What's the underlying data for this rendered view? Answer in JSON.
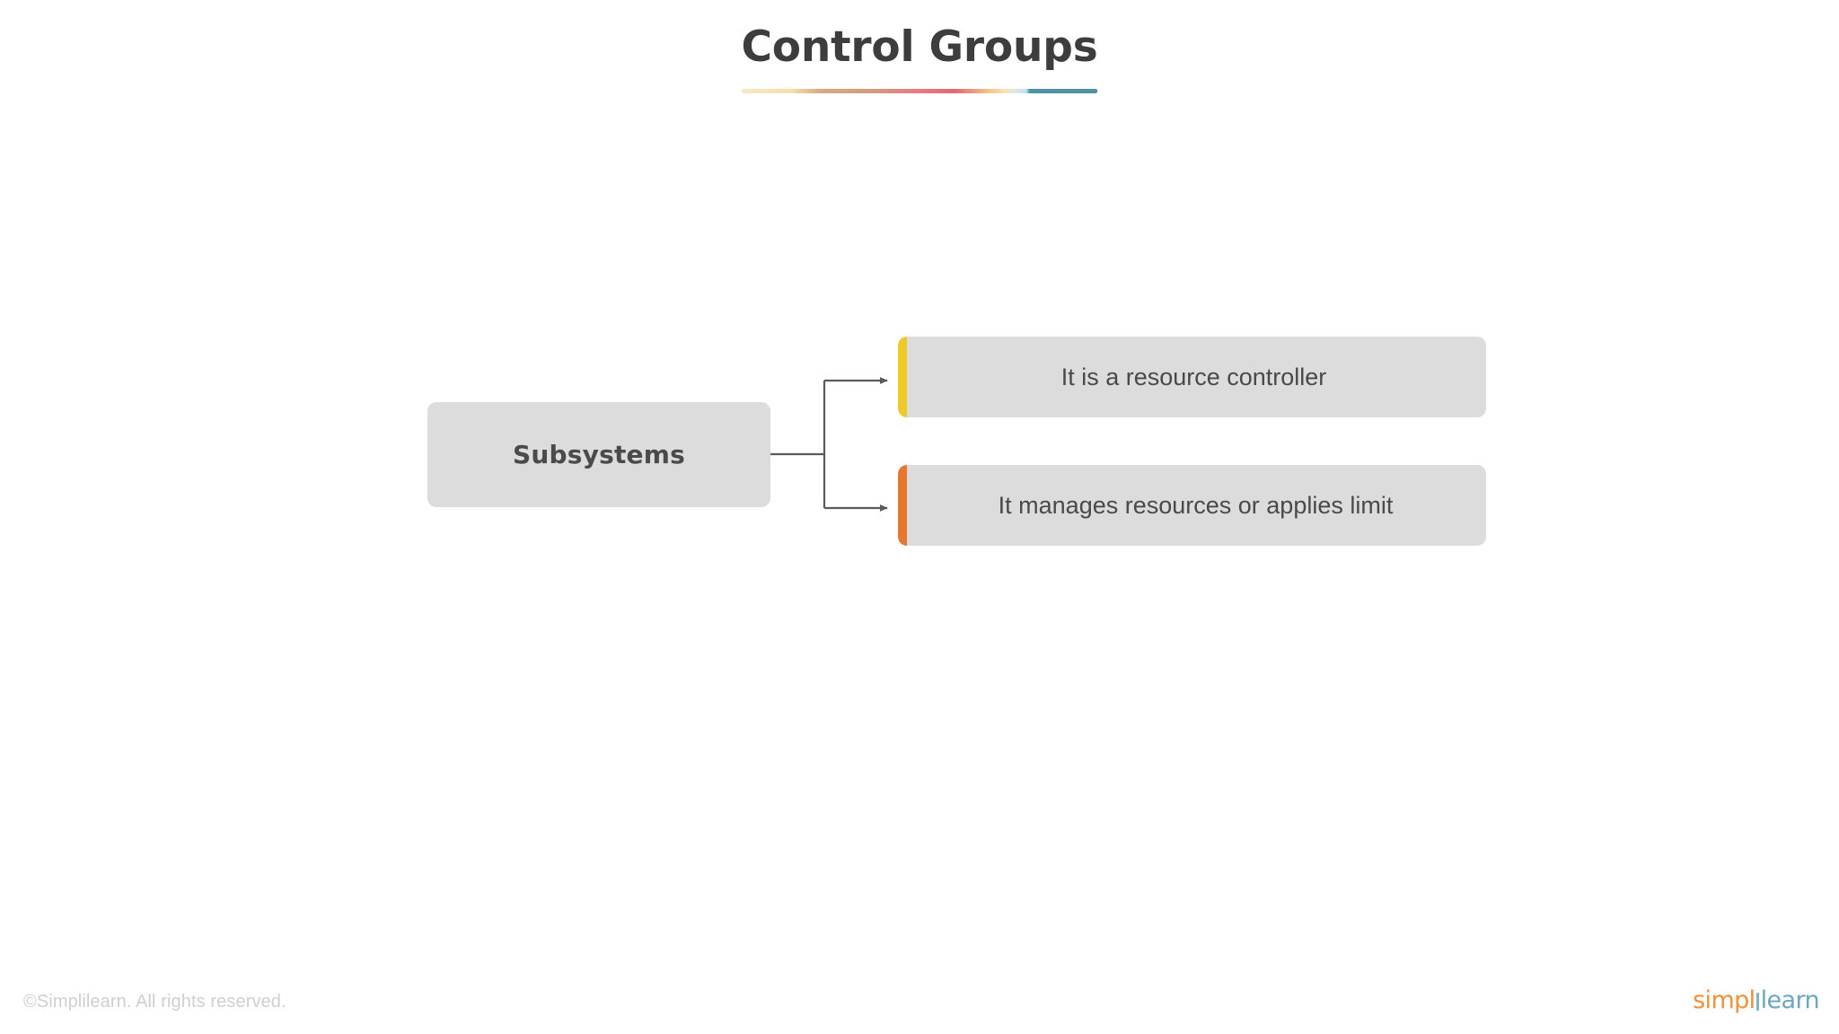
{
  "slide": {
    "title": "Control Groups",
    "background_color": "#ffffff",
    "title_color": "#3d3d3d"
  },
  "diagram": {
    "type": "tree",
    "root": {
      "label": "Subsystems",
      "fill_color": "#dcdcdc",
      "text_color": "#4a4a4a"
    },
    "branches": [
      {
        "label": "It is a resource controller",
        "accent_color": "#f0c828",
        "fill_color": "#dcdcdc",
        "text_color": "#494949"
      },
      {
        "label": "It manages resources or applies limit",
        "accent_color": "#e8772e",
        "fill_color": "#dcdcdc",
        "text_color": "#494949"
      }
    ],
    "connector_color": "#5a5a5a"
  },
  "footer": {
    "copyright": "©Simplilearn. All rights reserved.",
    "copyright_color": "#cfcfcf",
    "logo": {
      "part_one": "simpl",
      "part_two": "learn",
      "part_one_color": "#ef9540",
      "part_two_color": "#6aa7c4"
    }
  }
}
